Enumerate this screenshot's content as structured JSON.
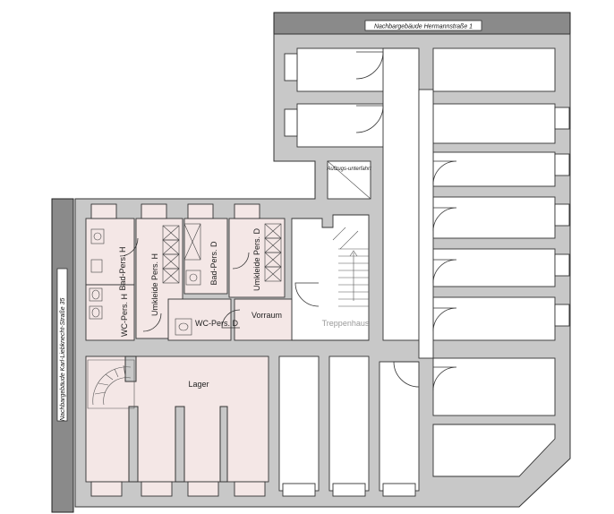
{
  "labels": {
    "neighbor_top": "Nachbargebäude Hermannstraße 1",
    "neighbor_left": "Nachbargebäude Karl-Liebknecht-Straße 35",
    "aufzug": "Aufzugs-unterfahrt",
    "treppenhaus": "Treppenhaus",
    "vorraum": "Vorraum",
    "lager": "Lager",
    "wc_d": "WC-Pers. D",
    "wc_h": "WC-Pers. H",
    "bad_h": "Bad-Pers. H",
    "bad_d": "Bad-Pers. D",
    "umkleide_h": "Umkleide Pers. H",
    "umkleide_d": "Umkleide Pers. D"
  },
  "colors": {
    "wall": "#c8c8c8",
    "neighbor": "#8a8a8a",
    "staff_area": "#f4e7e6",
    "room": "#ffffff"
  }
}
